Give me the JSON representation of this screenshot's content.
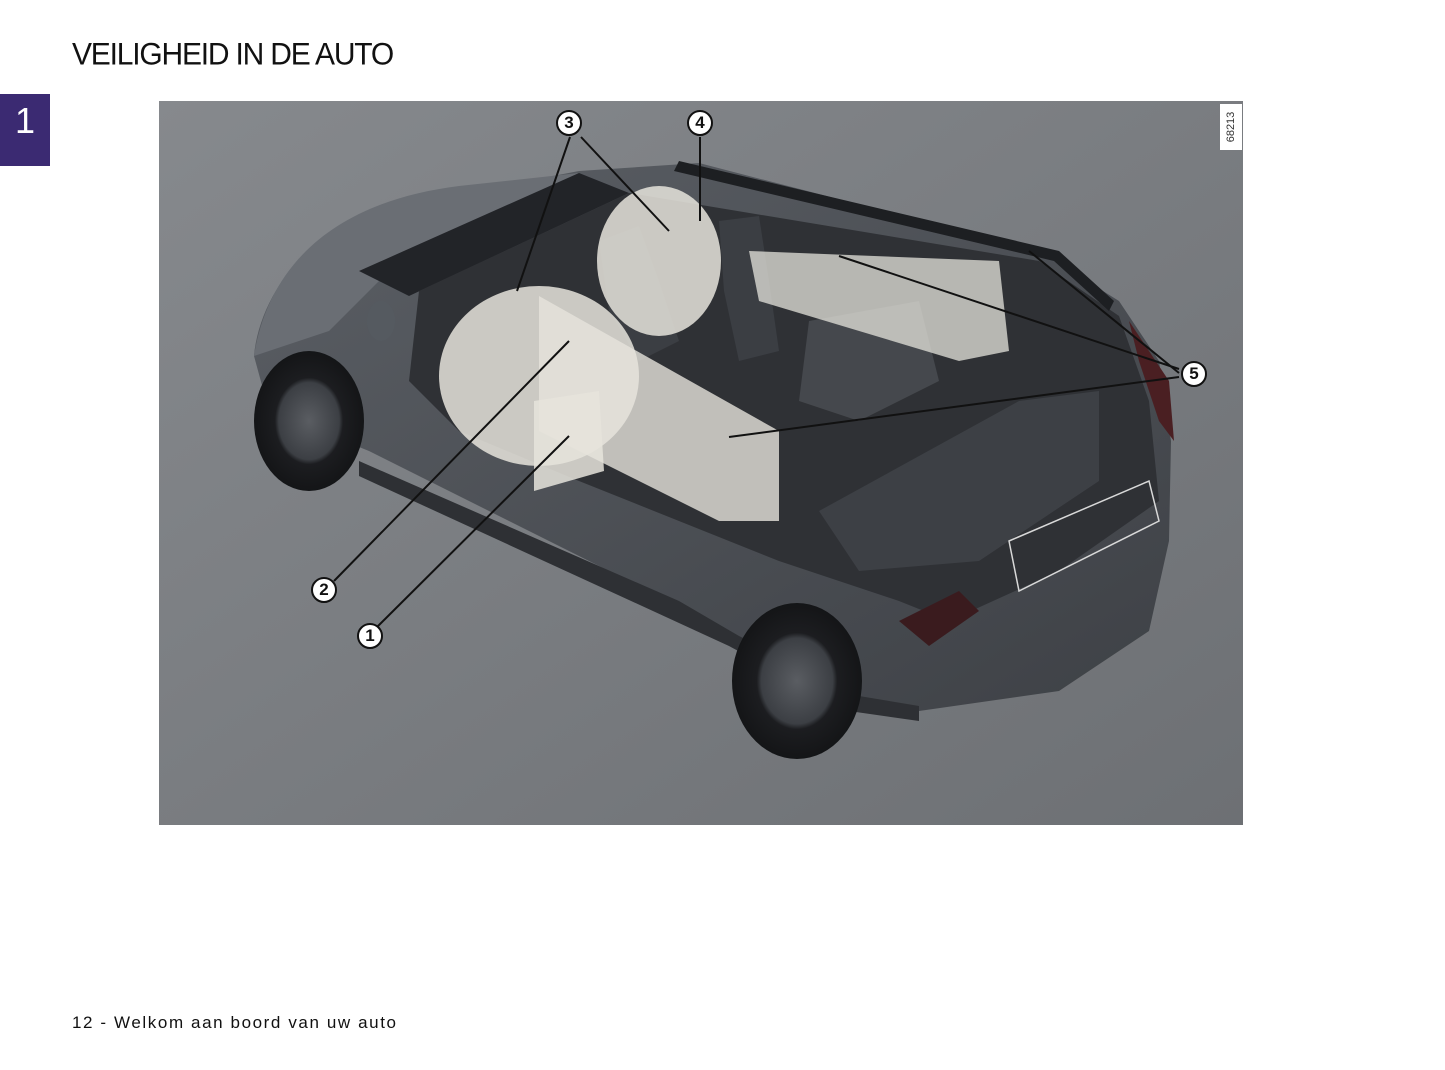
{
  "page": {
    "title": "VEILIGHEID IN DE AUTO",
    "chapter_number": "1",
    "footer": "12 - Welkom aan boord van uw auto",
    "colors": {
      "chapter_tab": "#3b2a72",
      "figure_background": "#7d8084",
      "car_body": "#4a4d52",
      "airbag": "#e6e4dc"
    }
  },
  "figure": {
    "code": "68213",
    "description": "Car cutaway illustration showing airbag positions",
    "callouts": [
      {
        "label": "1"
      },
      {
        "label": "2"
      },
      {
        "label": "3"
      },
      {
        "label": "4"
      },
      {
        "label": "5"
      }
    ]
  }
}
